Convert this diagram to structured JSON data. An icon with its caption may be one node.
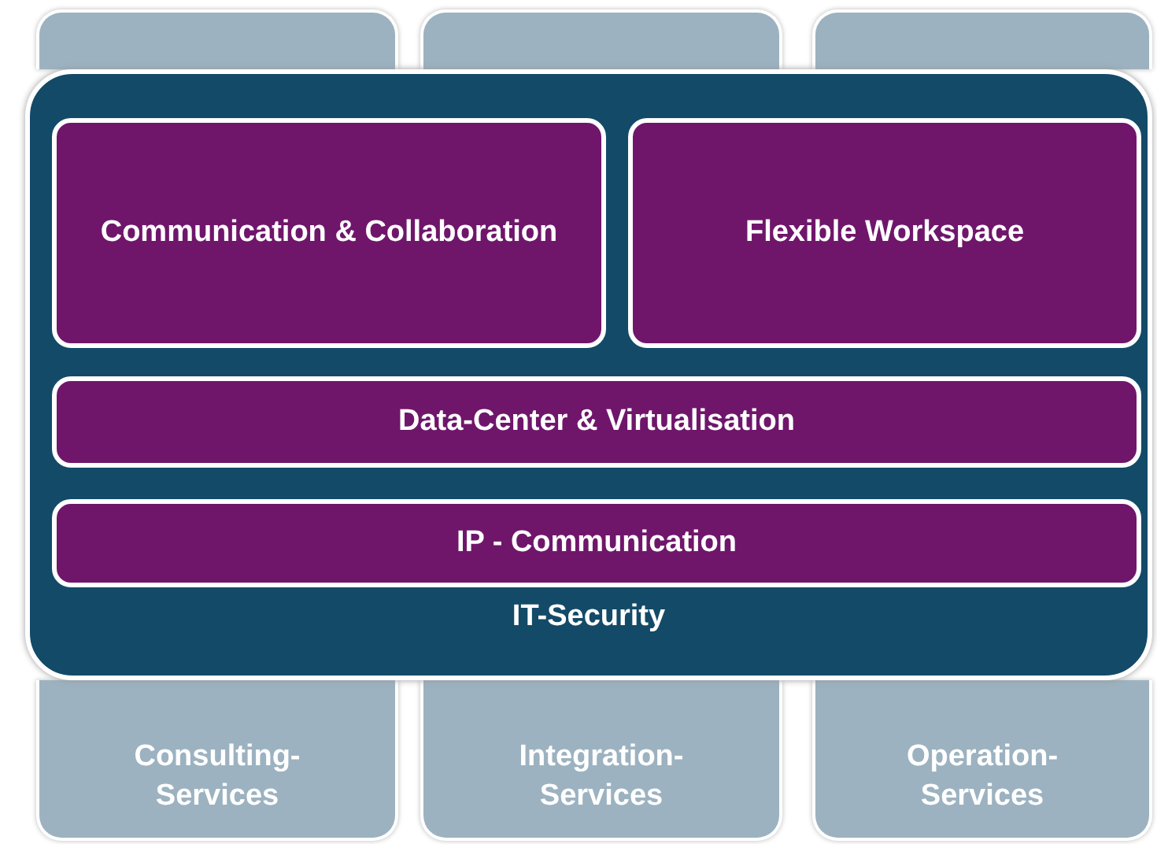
{
  "diagram": {
    "nodes": [
      {
        "text": [
          "IT-Security"
        ]
      },
      {
        "text": [
          "Communication & Collaboration"
        ],
        "in": 0
      },
      {
        "text": [
          "Flexible Workspace"
        ],
        "in": 0
      },
      {
        "text": [
          "Data-Center & Virtualisation"
        ],
        "in": 0
      },
      {
        "text": [
          "IP - Communication"
        ],
        "in": 0
      },
      {
        "text": [
          "Consulting- Services"
        ]
      },
      {
        "text": [
          "Integration- Services"
        ]
      },
      {
        "text": [
          "Operation- Services"
        ]
      },
      {
        "text": [],
        "shape": "box"
      },
      {
        "text": [],
        "shape": "box"
      },
      {
        "text": [],
        "shape": "box"
      }
    ]
  }
}
